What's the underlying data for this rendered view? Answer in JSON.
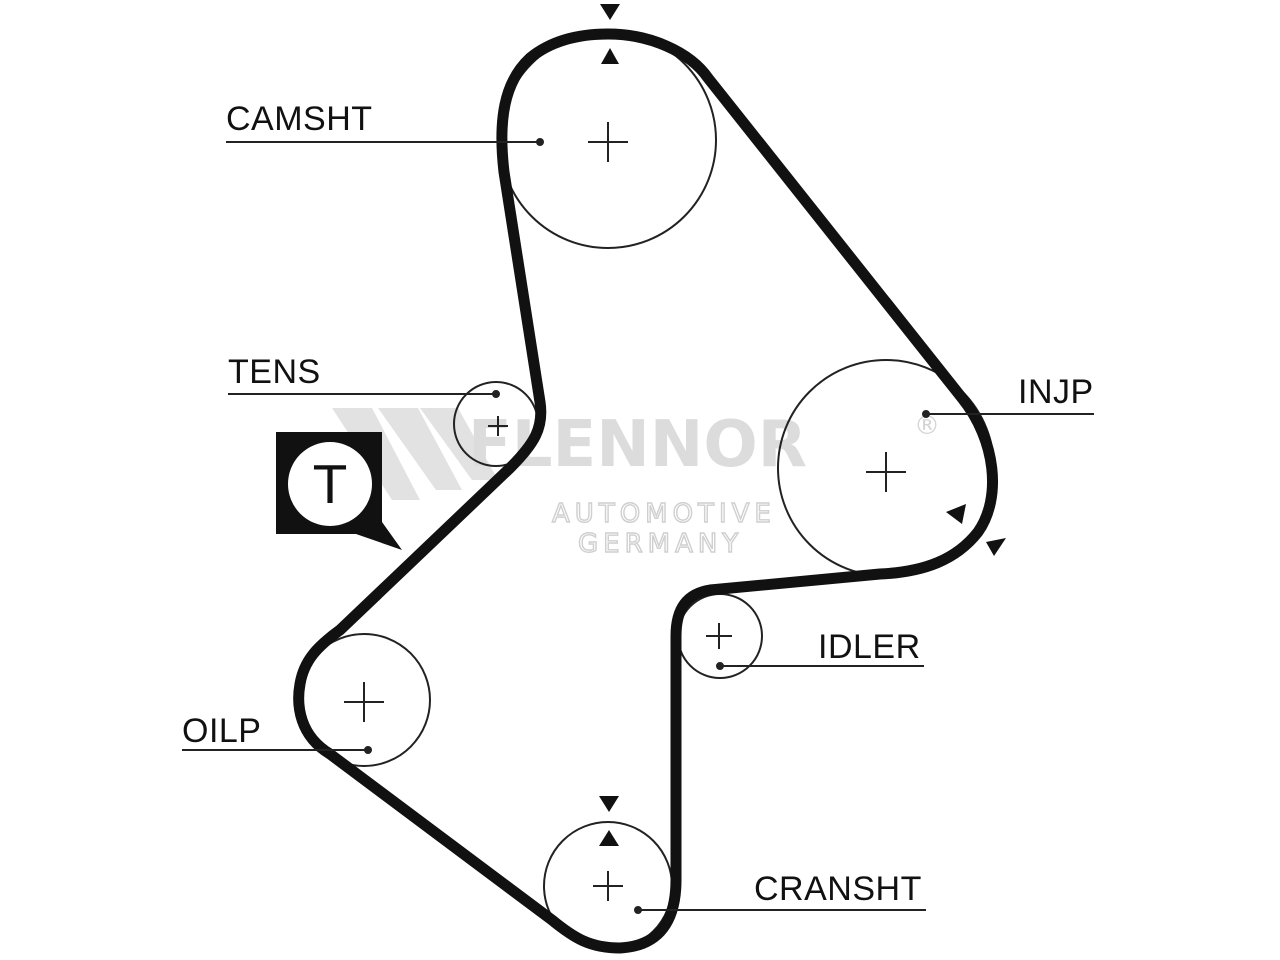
{
  "labels": {
    "camshaft": "CAMSHT",
    "tensioner": "TENS",
    "injection_pump": "INJP",
    "idler": "IDLER",
    "oil_pump": "OILP",
    "crankshaft": "CRANSHT"
  },
  "tensioner_badge": "T",
  "watermark": {
    "brand": "FLENNOR",
    "registered": "®",
    "line1": "AUTOMOTIVE",
    "line2": "GERMANY"
  },
  "colors": {
    "belt": "#111111",
    "pulley_outline": "#222222",
    "watermark": "#d8d8d8"
  }
}
